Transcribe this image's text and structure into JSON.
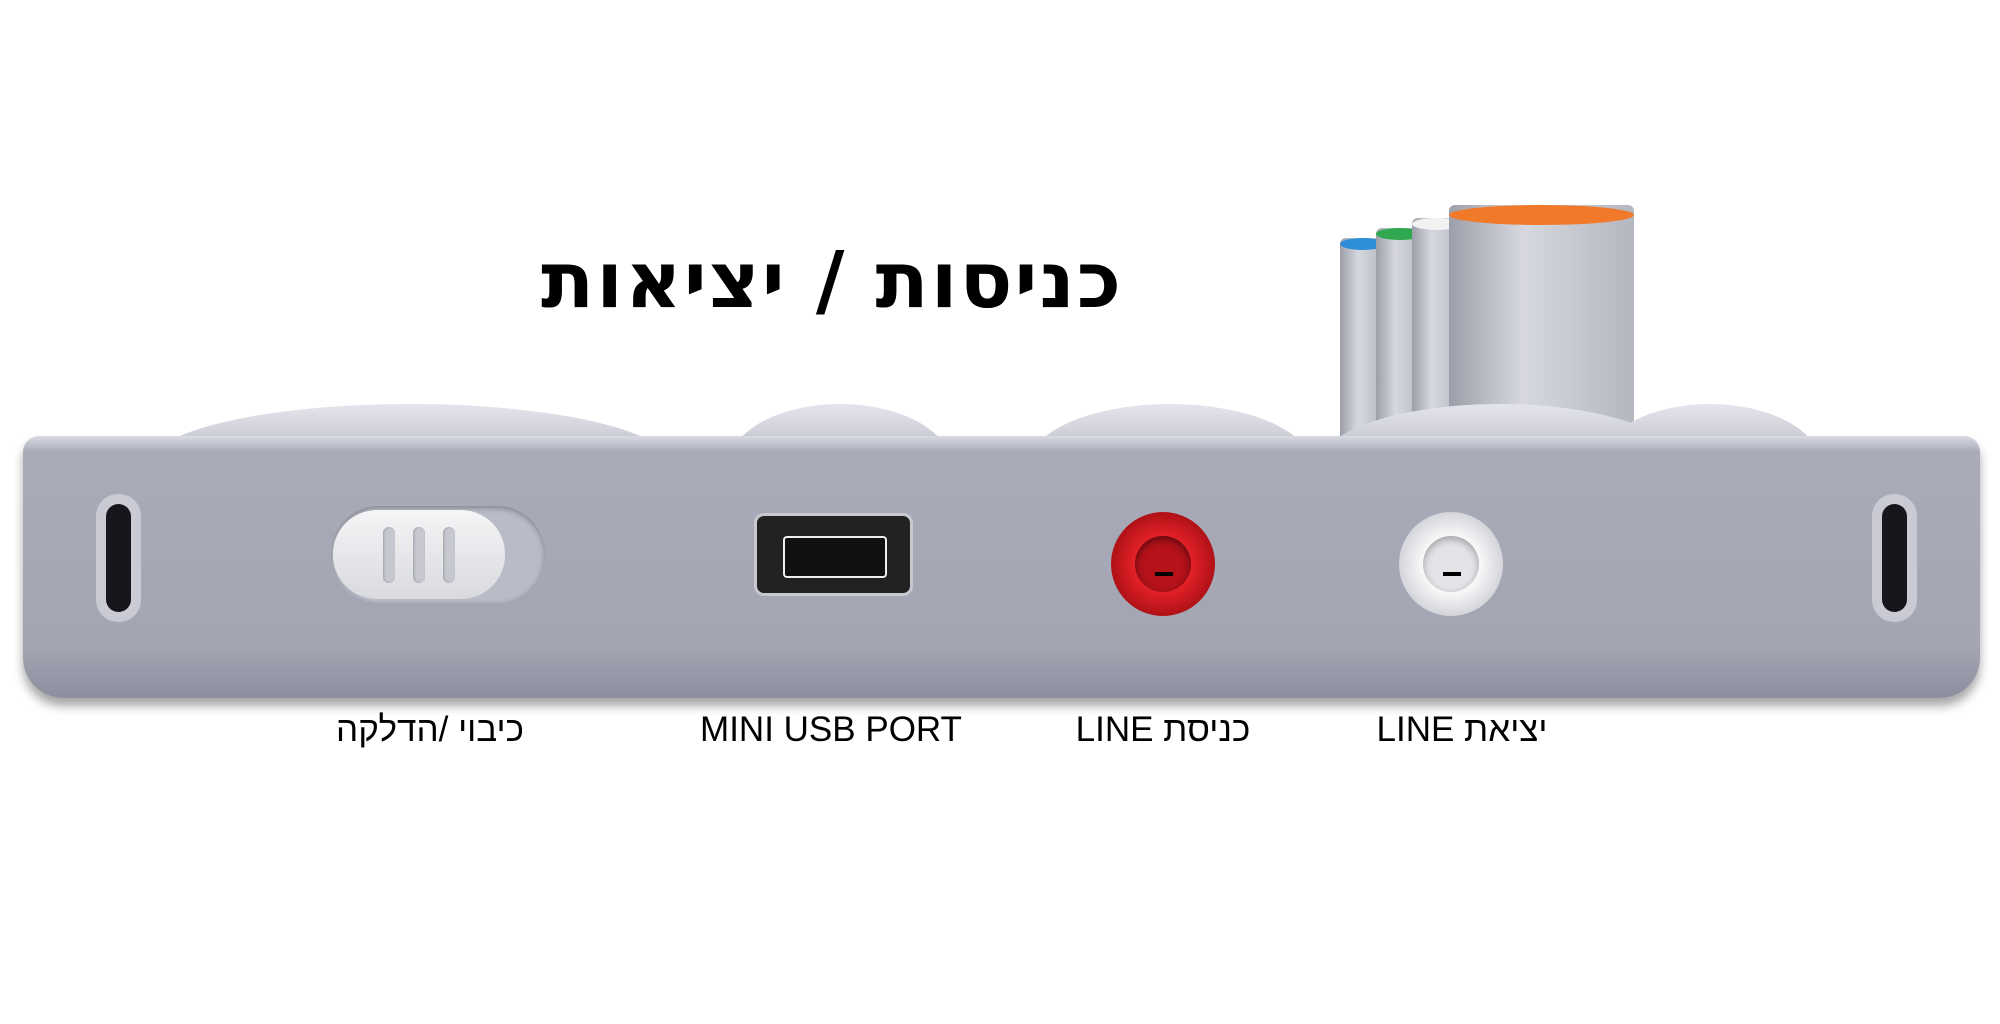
{
  "title": "כניסות / יציאות",
  "labels": {
    "power": "כיבוי /הדלקה",
    "usb": "MINI USB PORT",
    "line_in": "כניסת LINE",
    "line_out": "יציאת LINE"
  },
  "colors": {
    "body": "#a5a7b4",
    "line_in_jack": "#c8141a",
    "line_out_jack": "#e6e6e8",
    "knob_orange": "#f07a2a",
    "knob_green": "#2fa84f",
    "knob_blue": "#2d8fd8",
    "knob_white": "#f2f2f2"
  }
}
